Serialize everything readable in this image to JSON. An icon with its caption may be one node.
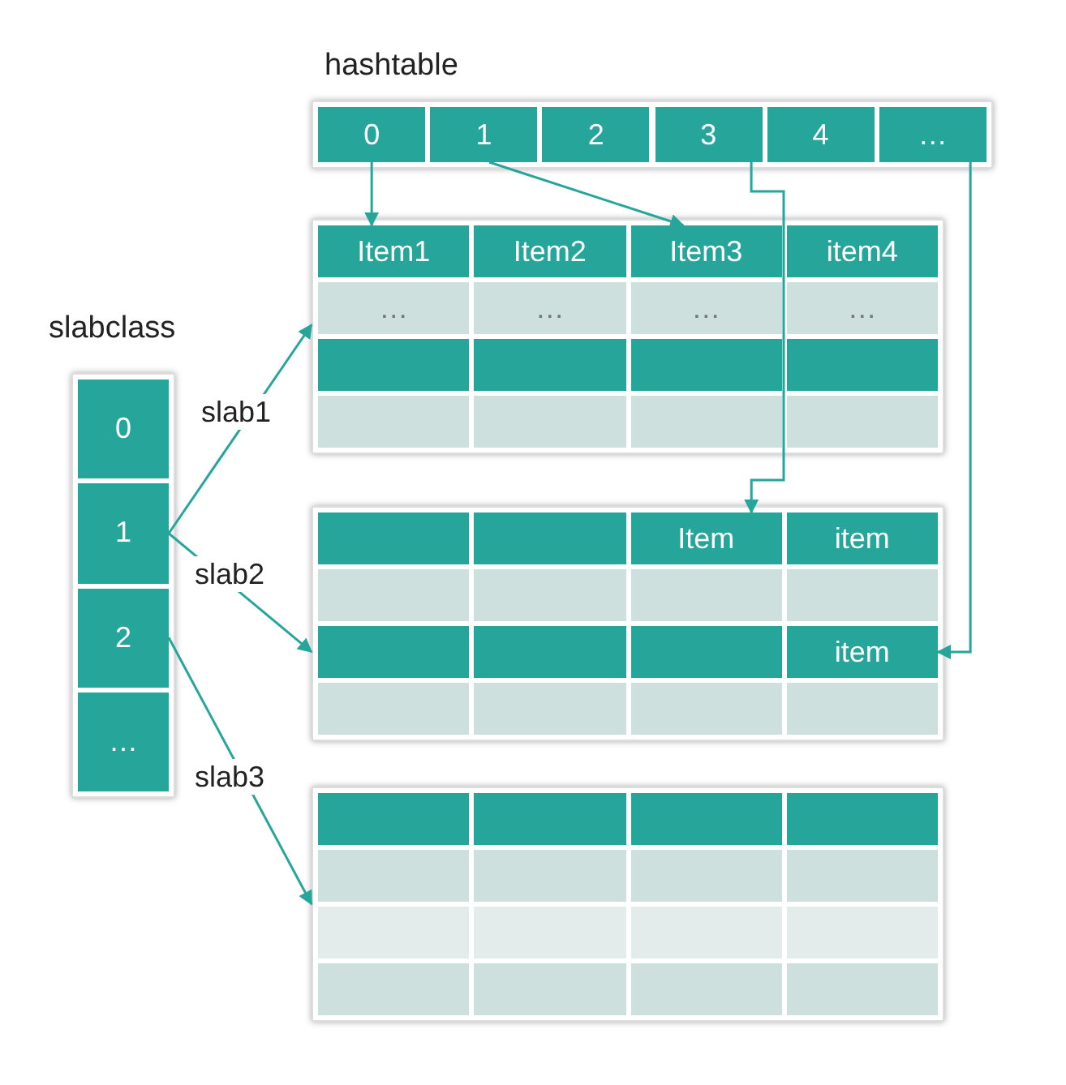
{
  "diagram": {
    "nodes": [
      {
        "text": [
          "hashtable"
        ]
      },
      {
        "text": [
          "0"
        ],
        "in": 0
      },
      {
        "text": [
          "1"
        ],
        "in": 0
      },
      {
        "text": [
          "2"
        ],
        "in": 0
      },
      {
        "text": [
          "3"
        ],
        "in": 0
      },
      {
        "text": [
          "4"
        ],
        "in": 0
      },
      {
        "text": [
          "…"
        ],
        "in": 0
      },
      {
        "text": [],
        "shape": "box"
      },
      {
        "text": [
          "Item1"
        ],
        "in": 7
      },
      {
        "text": [
          "Item2"
        ],
        "in": 7
      },
      {
        "text": [
          "Item3"
        ],
        "in": 7
      },
      {
        "text": [
          "item4"
        ],
        "in": 7
      },
      {
        "text": [
          "…"
        ],
        "in": 7
      },
      {
        "text": [
          "…"
        ],
        "in": 7
      },
      {
        "text": [
          "…"
        ],
        "in": 7
      },
      {
        "text": [
          "…"
        ],
        "in": 7
      },
      {
        "text": [
          "slabclass"
        ]
      },
      {
        "text": [
          "0"
        ],
        "in": 16
      },
      {
        "text": [
          "1"
        ],
        "in": 16
      },
      {
        "text": [
          "2"
        ],
        "in": 16
      },
      {
        "text": [
          "…"
        ],
        "in": 16
      },
      {
        "text": [],
        "shape": "box"
      },
      {
        "text": [
          "Item"
        ],
        "in": 21
      },
      {
        "text": [
          "item"
        ],
        "in": 21
      },
      {
        "text": [
          "item"
        ],
        "in": 21
      },
      {
        "text": [],
        "shape": "box"
      }
    ],
    "edges": [
      {
        "from": 1,
        "to": 8,
        "arrow": "to"
      },
      {
        "from": 2,
        "to": 10,
        "arrow": "to"
      },
      {
        "from": 4,
        "to": 22,
        "arrow": "to"
      },
      {
        "from": 6,
        "to": 24,
        "arrow": "to"
      },
      {
        "from": 18,
        "to": 7,
        "arrow": "to",
        "label": "slab1"
      },
      {
        "from": 18,
        "to": 21,
        "arrow": "to",
        "label": "slab2"
      },
      {
        "from": 19,
        "to": 25,
        "arrow": "to",
        "label": "slab3"
      }
    ]
  }
}
